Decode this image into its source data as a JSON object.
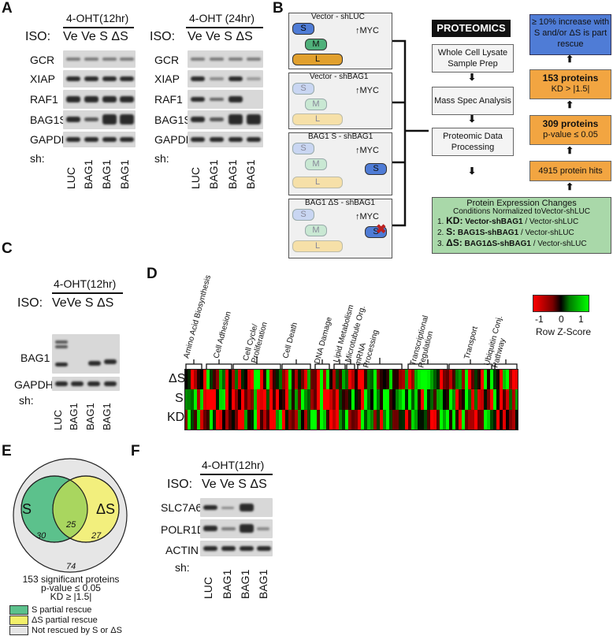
{
  "panels": {
    "a": "A",
    "b": "B",
    "c": "C",
    "d": "D",
    "e": "E",
    "f": "F"
  },
  "A": {
    "left_header": "4-OHT(12hr)",
    "right_header": "4-OHT (24hr)",
    "iso_label": "ISO:",
    "iso_values": [
      "Ve",
      "Ve",
      "S",
      "ΔS"
    ],
    "rows": [
      "GCR",
      "XIAP",
      "RAF1",
      "BAG1S",
      "GAPDH"
    ],
    "sh_label": "sh:",
    "sh_values": [
      "LUC",
      "BAG1",
      "BAG1",
      "BAG1"
    ]
  },
  "B": {
    "constructs": [
      {
        "title": "Vector - shLUC",
        "myc": "↑MYC"
      },
      {
        "title": "Vector - shBAG1",
        "myc": "↑MYC"
      },
      {
        "title": "BAG1 S - shBAG1",
        "myc": "↑MYC"
      },
      {
        "title": "BAG1 ΔS - shBAG1",
        "myc": "↑MYC"
      }
    ],
    "pill_s": "S",
    "pill_m": "M",
    "pill_l": "L",
    "proteomics": "PROTEOMICS",
    "step1": "Whole Cell Lysate Sample Prep",
    "step2": "Mass Spec Analysis",
    "step3": "Proteomic Data Processing",
    "rescue": "≥ 10% increase with S and/or ΔS is part rescue",
    "o1_title": "153 proteins",
    "o1_sub": "KD  > |1.5|",
    "o2_title": "309 proteins",
    "o2_sub": "p-value  ≤ 0.05",
    "o3_title": "4915 protein hits",
    "expr_title": "Protein Expression Changes",
    "expr_sub": "Conditions Normalized toVector-shLUC",
    "expr_lines": [
      {
        "n": "1.",
        "k": "KD:",
        "v": "Vector-shBAG1",
        "r": "/ Vector-shLUC"
      },
      {
        "n": "2.",
        "k": "S:",
        "v": "BAG1S-shBAG1",
        "r": "/ Vector-shLUC"
      },
      {
        "n": "3.",
        "k": "ΔS:",
        "v": "BAG1ΔS-shBAG1",
        "r": "/ Vector-shLUC"
      }
    ]
  },
  "C": {
    "header": "4-OHT(12hr)",
    "iso_label": "ISO:",
    "iso_values": [
      "Ve",
      "Ve",
      "S",
      "ΔS"
    ],
    "rows": [
      "BAG1",
      "GAPDH"
    ],
    "sh_label": "sh:",
    "sh_values": [
      "LUC",
      "BAG1",
      "BAG1",
      "BAG1"
    ]
  },
  "D": {
    "categories": [
      "Amino Acid Biosynthesis",
      "Cell Adhesion",
      "Cell Cycle/ Proliferation",
      "Cell Death",
      "DNA Damage",
      "Lipid Metabolism",
      "Microtubule Org.",
      "mRNA Processing",
      "Transcriptional Regulation",
      "Transport",
      "Ubiquitin Conj. Pathway"
    ],
    "rows": [
      "ΔS",
      "S",
      "KD"
    ],
    "scale_ticks": [
      "-1",
      "0",
      "1"
    ],
    "scale_label": "Row Z-Score",
    "colors": {
      "low": "#ff0000",
      "mid": "#000000",
      "high": "#00ff00"
    }
  },
  "E": {
    "s_label": "S",
    "ds_label": "ΔS",
    "n_s": "30",
    "n_both": "25",
    "n_ds": "27",
    "n_none": "74",
    "caption": [
      "153 significant proteins",
      "p-value  ≤ 0.05",
      "KD ≥  |1.5|"
    ],
    "legend": [
      {
        "label": "S  partial rescue",
        "color": "#5cc18c"
      },
      {
        "label": "ΔS partial rescue",
        "color": "#f3f06a"
      },
      {
        "label": "Not rescued by S or ΔS",
        "color": "#e6e6e6"
      }
    ]
  },
  "F": {
    "header": "4-OHT(12hr)",
    "iso_label": "ISO:",
    "iso_values": [
      "Ve",
      "Ve",
      "S",
      "ΔS"
    ],
    "rows": [
      "SLC7A6",
      "POLR1D",
      "ACTIN"
    ],
    "sh_label": "sh:",
    "sh_values": [
      "LUC",
      "BAG1",
      "BAG1",
      "BAG1"
    ]
  }
}
